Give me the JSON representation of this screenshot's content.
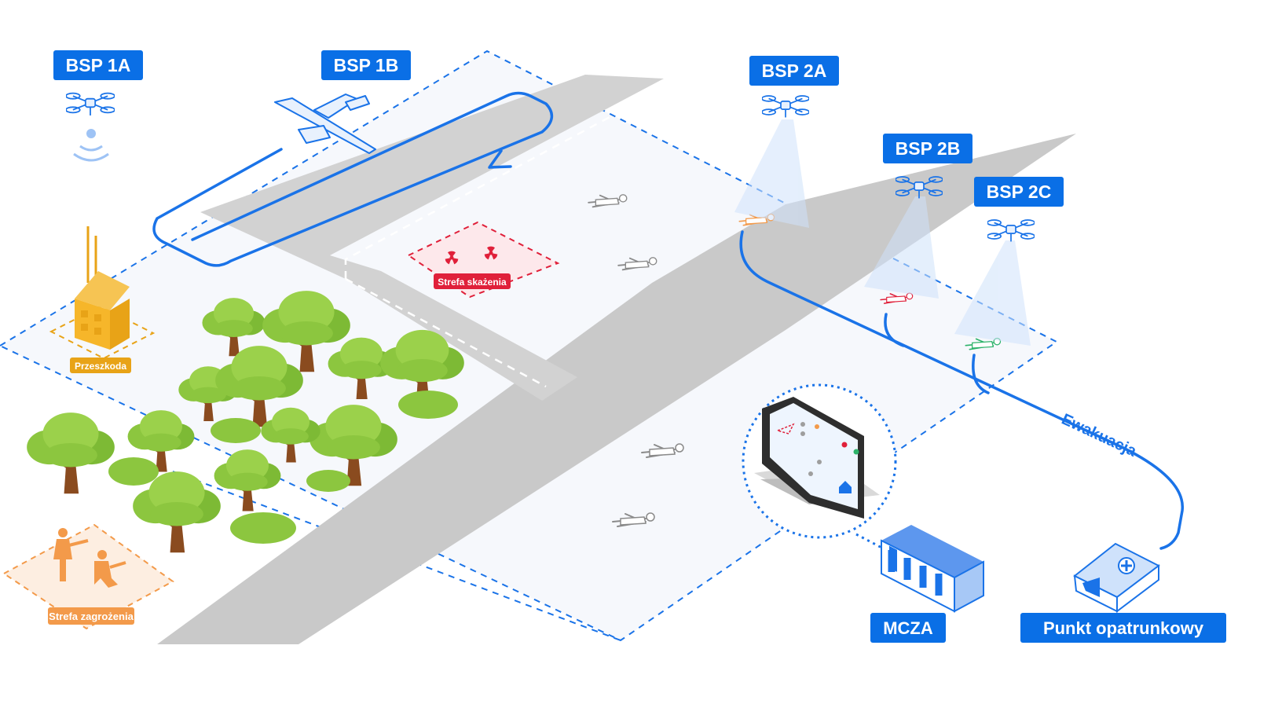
{
  "labels": {
    "bsp_1a": "BSP 1A",
    "bsp_1b": "BSP 1B",
    "bsp_2a": "BSP 2A",
    "bsp_2b": "BSP 2B",
    "bsp_2c": "BSP 2C",
    "mcza": "MCZA",
    "punkt_opatrunkowy": "Punkt opatrunkowy",
    "ewakuacja": "Ewakuacja",
    "strefa_skazenia": "Strefa skażenia",
    "przeszkoda": "Przeszkoda",
    "strefa_zagrozenia": "Strefa zagrożenia"
  },
  "colors": {
    "brand_blue": "#0a6fe6",
    "route_blue": "#1a73e8",
    "contamination_red": "#e0203a",
    "obstacle_yellow": "#e8a317",
    "threat_orange": "#f39a4a",
    "road_gray": "#c9c9c9",
    "tree_green": "#8cc63f",
    "trunk_brown": "#8a4b1f"
  },
  "icons": [
    "quadcopter-icon",
    "fixed-wing-uav-icon",
    "radio-signal-icon",
    "radiation-icon",
    "casualty-icon",
    "laptop-map-icon",
    "container-icon",
    "medical-tent-icon",
    "soldier-icon",
    "building-icon",
    "tree-icon"
  ]
}
